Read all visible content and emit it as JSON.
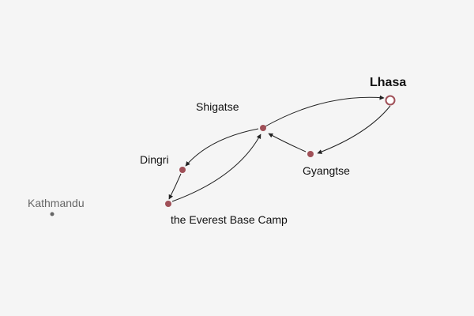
{
  "map": {
    "background": "#f5f5f5",
    "stop_color": "#a05058",
    "muted_color": "#666666",
    "route_color": "#222222"
  },
  "places": {
    "lhasa": "Lhasa",
    "shigatse": "Shigatse",
    "gyangtse": "Gyangtse",
    "dingri": "Dingri",
    "everest_base_camp": "the Everest Base Camp",
    "kathmandu": "Kathmandu"
  },
  "route": [
    {
      "from": "Lhasa",
      "to": "Gyangtse"
    },
    {
      "from": "Gyangtse",
      "to": "Shigatse"
    },
    {
      "from": "Shigatse",
      "to": "Dingri"
    },
    {
      "from": "Dingri",
      "to": "the Everest Base Camp"
    },
    {
      "from": "the Everest Base Camp",
      "to": "Shigatse"
    },
    {
      "from": "Shigatse",
      "to": "Lhasa"
    }
  ]
}
